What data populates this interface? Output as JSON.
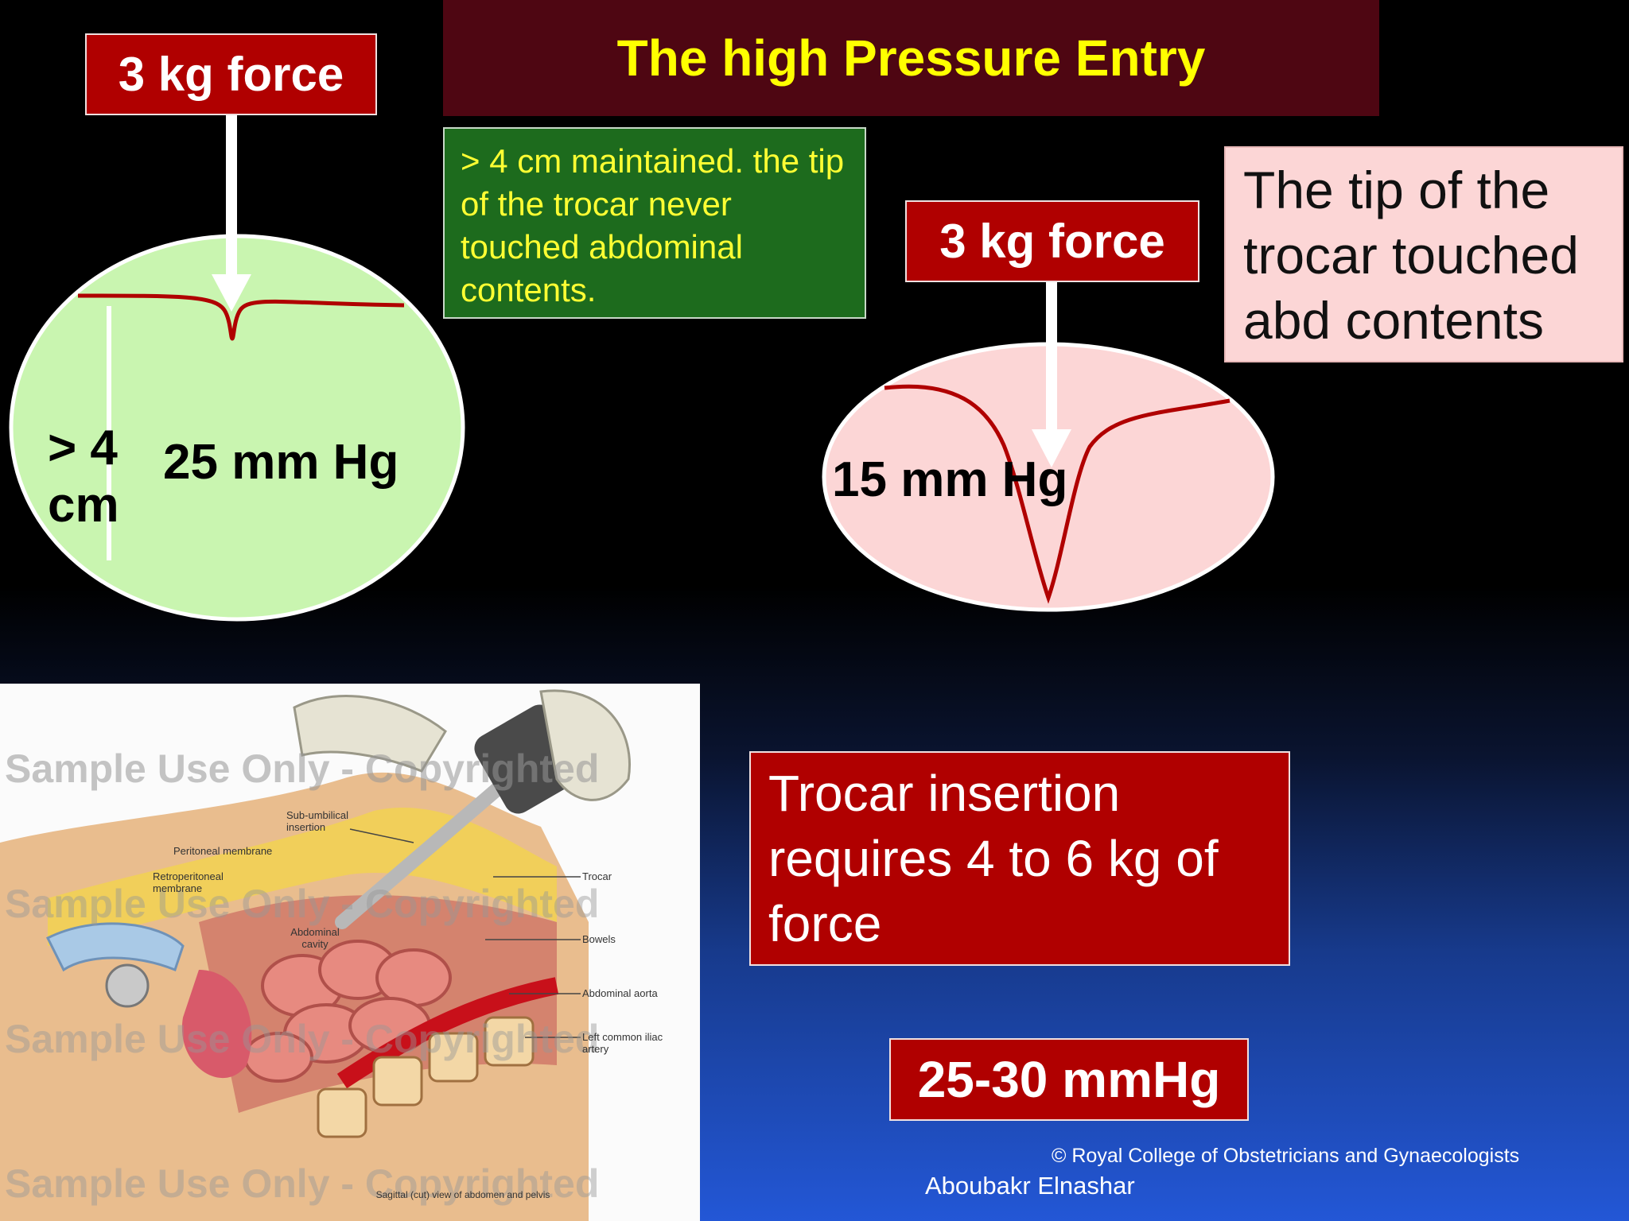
{
  "title": "The high Pressure Entry",
  "left_diagram": {
    "force_label": "3 kg force",
    "depth_label_line1": "> 4",
    "depth_label_line2": "cm",
    "pressure_label": "25 mm Hg"
  },
  "green_note": "> 4 cm maintained. the tip of the trocar never touched abdominal contents.",
  "right_diagram": {
    "force_label": "3 kg force",
    "pressure_label": "15 mm Hg"
  },
  "pink_note": "The tip of the trocar touched abd contents",
  "illustration": {
    "watermark": "Sample Use Only - Copyrighted",
    "labels": {
      "sub_umbilical": "Sub-umbilical insertion",
      "peritoneal": "Peritoneal membrane",
      "retroperitoneal": "Retroperitoneal membrane",
      "abdominal_cavity": "Abdominal cavity",
      "trocar": "Trocar",
      "bowels": "Bowels",
      "aorta": "Abdominal aorta",
      "iliac": "Left common iliac artery",
      "caption": "Sagittal (cut) view of abdomen and pelvis"
    }
  },
  "trocar_note": "Trocar insertion requires 4 to 6 kg of force",
  "pressure_range": "25-30 mmHg",
  "copyright": "© Royal College of Obstetricians and Gynaecologists",
  "author": "Aboubakr Elnashar",
  "colors": {
    "title_bg": "#4e0612",
    "title_text": "#ffff00",
    "red_box": "#b00000",
    "green_ellipse": "#c9f5b0",
    "pink_ellipse": "#fcd6d6",
    "curve": "#b00000"
  }
}
